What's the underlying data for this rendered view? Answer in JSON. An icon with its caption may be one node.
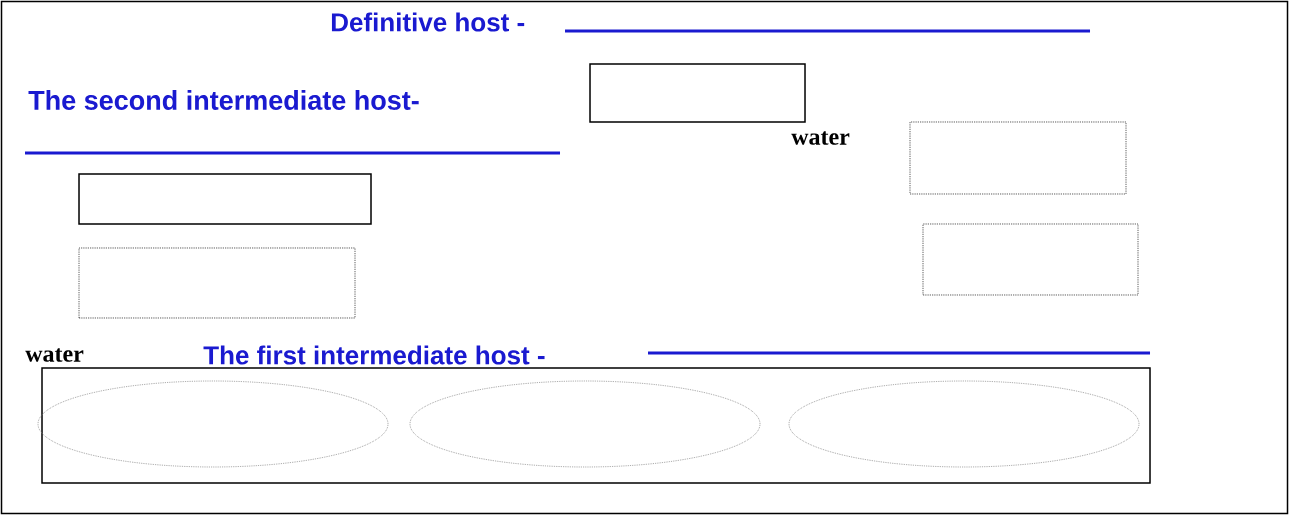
{
  "diagram": {
    "nodes": [
      {
        "text": [],
        "shape": "box"
      },
      {
        "text": [],
        "shape": "box"
      },
      {
        "text": [],
        "shape": "box"
      },
      {
        "text": [],
        "shape": "box"
      },
      {
        "text": [],
        "shape": "box"
      },
      {
        "text": [],
        "shape": "box"
      },
      {
        "text": [],
        "shape": "ellipse",
        "in": 5
      },
      {
        "text": [],
        "shape": "ellipse",
        "in": 5
      },
      {
        "text": [],
        "shape": "ellipse",
        "in": 5
      }
    ],
    "labels": [
      "Definitive host -",
      "The second intermediate host-",
      "water",
      "water",
      "The first intermediate host -"
    ]
  }
}
